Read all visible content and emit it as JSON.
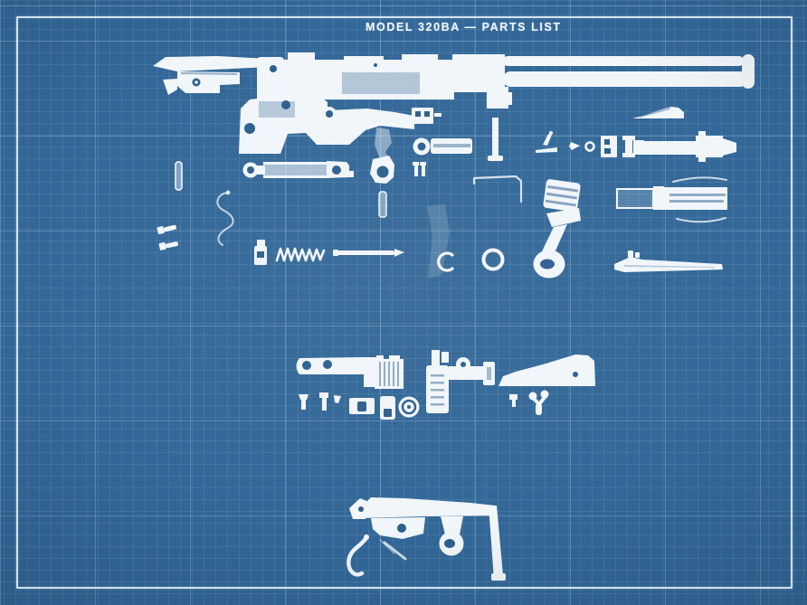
{
  "title": "MODEL 320BA — PARTS LIST",
  "colors": {
    "background": "#2D6394",
    "grid_minor": "#4A7FAF",
    "grid_major": "#7FA8CC",
    "frame": "#E9F2F9",
    "part_fill": "#F1F6FA"
  },
  "diagram": {
    "type": "blueprint-exploded-parts",
    "parts": [
      {
        "id": "scope-sight-assembly"
      },
      {
        "id": "receiver-with-barrel"
      },
      {
        "id": "scope-block"
      },
      {
        "id": "barrel-band"
      },
      {
        "id": "front-sight-ramp"
      },
      {
        "id": "front-sight-blade"
      },
      {
        "id": "extractor-hook"
      },
      {
        "id": "retaining-ring"
      },
      {
        "id": "sight-elevator"
      },
      {
        "id": "bolt-sleeve"
      },
      {
        "id": "trigger-pin"
      },
      {
        "id": "sling-strap"
      },
      {
        "id": "sear-lever"
      },
      {
        "id": "screw-pair"
      },
      {
        "id": "cross-pin"
      },
      {
        "id": "wire-spring"
      },
      {
        "id": "takedown-screws"
      },
      {
        "id": "plunger"
      },
      {
        "id": "coil-spring"
      },
      {
        "id": "firing-pin-rod"
      },
      {
        "id": "c-clip"
      },
      {
        "id": "bent-wire-pin"
      },
      {
        "id": "o-ring"
      },
      {
        "id": "bolt-handle"
      },
      {
        "id": "bolt-body"
      },
      {
        "id": "magazine-follower"
      },
      {
        "id": "front-bracket"
      },
      {
        "id": "mounting-screws"
      },
      {
        "id": "plate-with-square-hole"
      },
      {
        "id": "spacer-plate"
      },
      {
        "id": "adjustment-knob"
      },
      {
        "id": "magazine-catch-with-spring"
      },
      {
        "id": "rear-sight-base"
      },
      {
        "id": "small-screw"
      },
      {
        "id": "swivel-stud"
      },
      {
        "id": "trigger-guard-assembly"
      }
    ]
  }
}
